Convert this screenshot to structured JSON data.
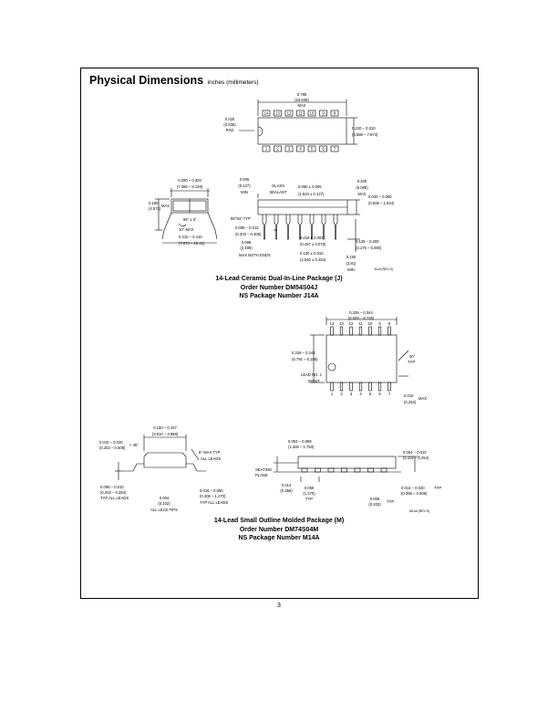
{
  "heading": {
    "title": "Physical Dimensions",
    "subtitle": "inches (millimeters)"
  },
  "dip": {
    "caption": [
      "14-Lead Ceramic Dual-In-Line Package (J)",
      "Order Number DM54S04J",
      "NS Package Number J14A"
    ],
    "top_pins": [
      "14",
      "13",
      "12",
      "11",
      "10",
      "9",
      "8"
    ],
    "bottom_pins": [
      "1",
      "2",
      "3",
      "4",
      "5",
      "6",
      "7"
    ],
    "labels": {
      "len_in": "0.785",
      "len_mm": "(19.939)",
      "len_max": "MAX",
      "rad_in": "0.025",
      "rad_mm": "(0.635)",
      "rad": "RAD",
      "w1_in": "0.220 – 0.310",
      "w1_mm": "(5.588 – 7.874)",
      "span_in": "0.290 – 0.320",
      "span_mm": "(7.366 – 8.128)",
      "ht_in": "0.180",
      "ht_mm": "(4.572)",
      "ht_max": "MAX",
      "ang": "86° ± 5°",
      "ang2": "10° MAX",
      "lead_in": "0.310 – 0.410",
      "lead_mm": "(7.874 – 10.41)",
      "min_in": "0.005",
      "min_mm": "(0.127)",
      "min": "MIN",
      "glass1": "GLASS",
      "glass2": "SEALANT",
      "body_in": "0.060 ± 0.005",
      "body_mm": "(1.524 ± 0.127)",
      "top_in": "0.200",
      "top_mm": "(5.080)",
      "top_max": "MAX",
      "typ": "86°94° TYP",
      "thk_in": "0.008 – 0.012",
      "thk_mm": "(0.203 – 0.305)",
      "be_in": "0.098",
      "be_mm": "(2.489)",
      "be": "MAX BOTH ENDS",
      "lw_in": "0.018 ± 0.003",
      "lw_mm": "(0.457 ± 0.076)",
      "pitch_in": "0.100 ± 0.010",
      "pitch_mm": "(2.540 ± 0.254)",
      "shoulder_in": "0.020 – 0.060",
      "shoulder_mm": "(0.508 – 1.524)",
      "tip_in": "0.125 – 0.200",
      "tip_mm": "(3.175 – 5.080)",
      "seat_in": "0.150",
      "seat_mm": "(3.81)",
      "seat": "MIN",
      "code": "J14A (REV G)"
    }
  },
  "soic": {
    "caption": [
      "14-Lead Small Outline Molded Package (M)",
      "Order Number DM74S04M",
      "NS Package Number M14A"
    ],
    "top_pins": [
      "14",
      "13",
      "12",
      "11",
      "10",
      "9",
      "8"
    ],
    "bottom_pins": [
      "1",
      "2",
      "3",
      "4",
      "5",
      "6",
      "7"
    ],
    "labels": {
      "len_in": "0.335 – 0.344",
      "len_mm": "(8.509 – 8.738)",
      "w_in": "0.228 – 0.244",
      "w_mm": "(5.791 – 6.198)",
      "lead1": "LEAD NO. 1",
      "ident": "IDENT",
      "ang": "30°",
      "angtyp": "TYP",
      "mx_in": "0.010",
      "mx_max": "MAX",
      "mx_mm": "(0.254)",
      "bw_in": "0.150 – 0.157",
      "bw_mm": "(3.810 – 3.988)",
      "ch_in": "0.010 – 0.020",
      "ch_mm": "(0.254 – 0.508)",
      "ch": "× 45°",
      "tl_in": "8° MAX TYP",
      "tl": "ALL LEADS",
      "lt_in": "0.008 – 0.010",
      "lt_mm": "(0.203 – 0.254)",
      "lt": "TYP ALL LEADS",
      "tip_in": "0.004",
      "tip_mm": "(0.102)",
      "tip": "ALL LEAD TIPS",
      "ll_in": "0.016 – 0.050",
      "ll_mm": "(0.406 – 1.270)",
      "ll": "TYP ALL LEADS",
      "ht_in": "0.053 – 0.069",
      "ht_mm": "(1.346 – 1.753)",
      "so_in": "0.004 – 0.010",
      "so_mm": "(0.102 – 0.254)",
      "seat1": "SEATING",
      "seat2": "PLANE",
      "st_in": "0.014",
      "st_mm": "(0.356)",
      "p_in": "0.050",
      "p_mm": "(1.270)",
      "p": "TYP",
      "lw_in": "0.014 – 0.020",
      "lw_typ": "TYP",
      "lw_mm": "(0.356 – 0.508)",
      "lt2_in": "0.008",
      "lt2_mm": "(0.203)",
      "lt2": "TYP",
      "code": "M14A (REV H)"
    }
  },
  "page_number": "3"
}
